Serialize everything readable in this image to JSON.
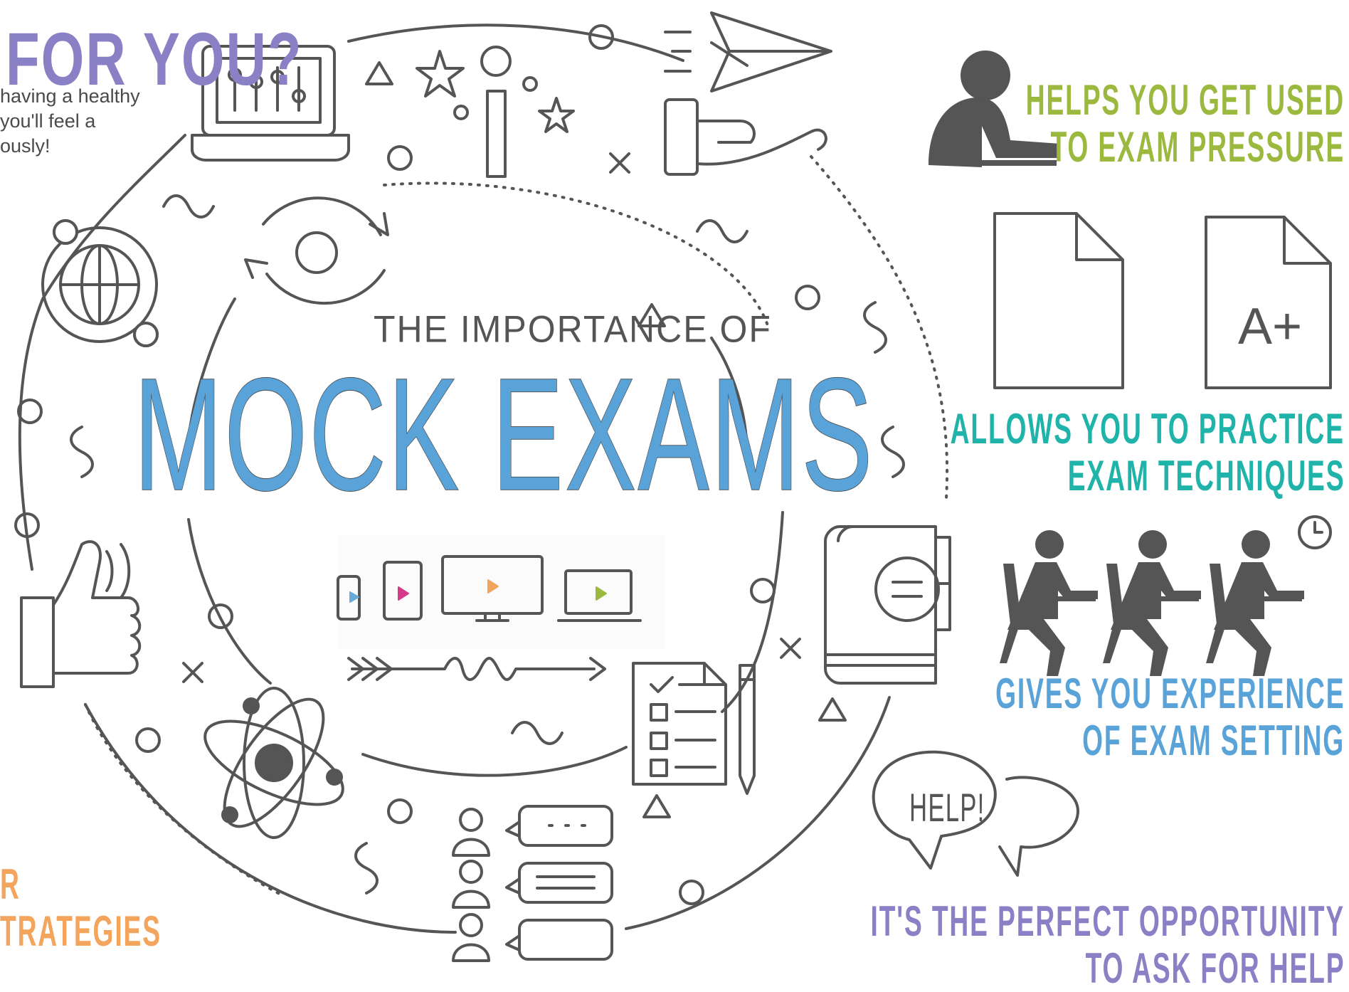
{
  "heading": {
    "text": "FOR YOU?"
  },
  "intro": {
    "lines": [
      "having a healthy",
      "you'll feel a",
      "ously!"
    ]
  },
  "title": {
    "tagline": "THE IMPORTANCE OF",
    "main": "MOCK EXAMS"
  },
  "benefits": [
    {
      "lines": [
        "HELPS YOU GET USED",
        "TO EXAM PRESSURE"
      ],
      "icon": "student-writing-icon"
    },
    {
      "lines": [
        "ALLOWS YOU TO PRACTICE",
        "EXAM TECHNIQUES"
      ],
      "icon": "a-plus-paper-icon"
    },
    {
      "lines": [
        "GIVES YOU EXPERIENCE",
        "OF EXAM SETTING"
      ],
      "icon": "exam-hall-icon"
    },
    {
      "lines": [
        "IT'S THE PERFECT OPPORTUNITY",
        "TO ASK FOR HELP"
      ],
      "icon": "speech-bubbles-icon"
    }
  ],
  "left_partial": {
    "lines": [
      "R",
      "TRATEGIES"
    ]
  },
  "icons": {
    "help_bubble": "HELP!",
    "grade": "A+"
  },
  "colors": {
    "purple": "#8a80c6",
    "green": "#9bb93f",
    "teal": "#1fb3aa",
    "blue": "#5aa3d9",
    "orange": "#f3a45d",
    "gray": "#4a4a4a"
  }
}
